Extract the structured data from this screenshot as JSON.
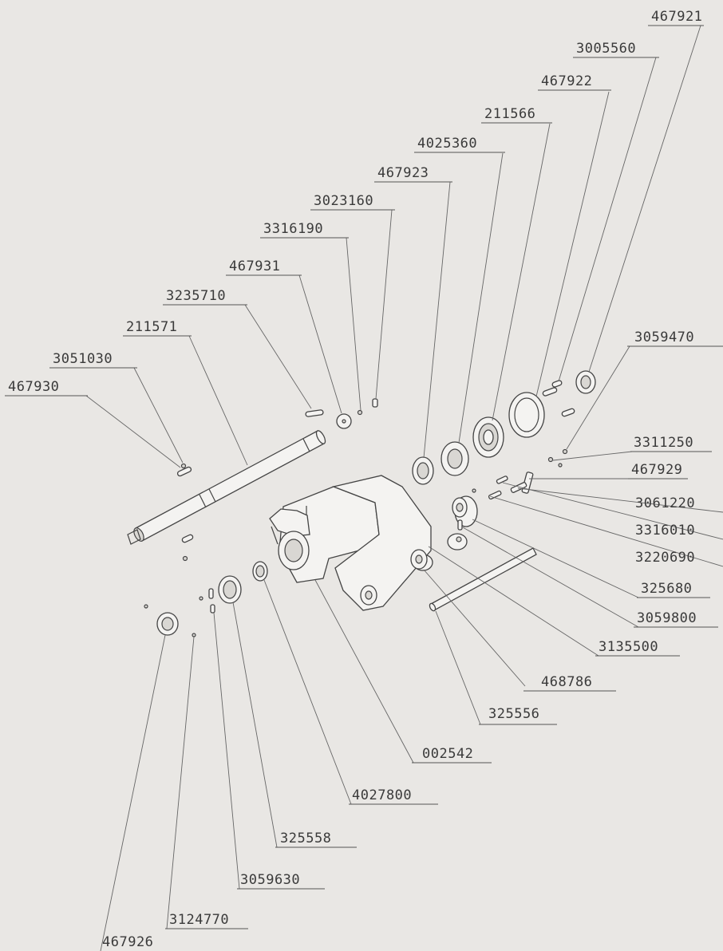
{
  "diagram": {
    "labels": {
      "p467921": "467921",
      "p3005560": "3005560",
      "p467922": "467922",
      "p211566": "211566",
      "p4025360": "4025360",
      "p467923": "467923",
      "p3023160": "3023160",
      "p3316190": "3316190",
      "p467931": "467931",
      "p3235710": "3235710",
      "p211571": "211571",
      "p3051030": "3051030",
      "p467930": "467930",
      "p3059470": "3059470",
      "p3311250": "3311250",
      "p467929": "467929",
      "p3061220": "3061220",
      "p3316010": "3316010",
      "p3220690": "3220690",
      "p325680": "325680",
      "p3059800": "3059800",
      "p3135500": "3135500",
      "p468786": "468786",
      "p325556": "325556",
      "p002542": "002542",
      "p4027800": "4027800",
      "p325558": "325558",
      "p3059630": "3059630",
      "p3124770": "3124770",
      "p467926": "467926"
    }
  }
}
